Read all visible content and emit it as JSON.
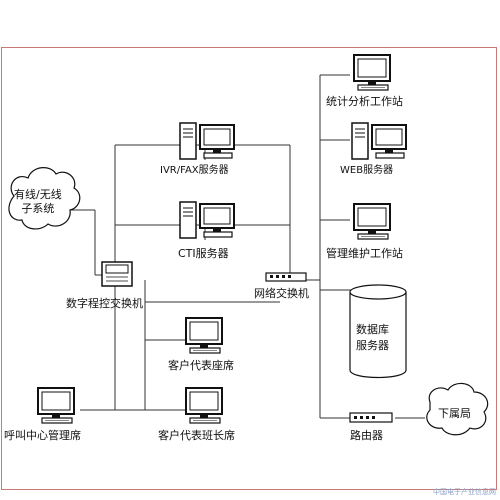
{
  "nodes": {
    "stats_workstation": "统计分析工作站",
    "ivr_fax_server": "IVR/FAX服务器",
    "web_server": "WEB服务器",
    "wireless_subsystem": "有线/无线\n子系统",
    "cti_server": "CTI服务器",
    "mgmt_workstation": "管理维护工作站",
    "pbx": "数字程控交换机",
    "network_switch": "网络交换机",
    "database_server": "数据库\n服务器",
    "agent_seat": "客户代表座席",
    "agent_leader_seat": "客户代表班长席",
    "call_center_admin_seat": "呼叫中心管理席",
    "router": "路由器",
    "branch_office": "下属局"
  },
  "colors": {
    "border": "#c97a74",
    "line": "#333333"
  },
  "watermark": "中国电子产业信息网"
}
